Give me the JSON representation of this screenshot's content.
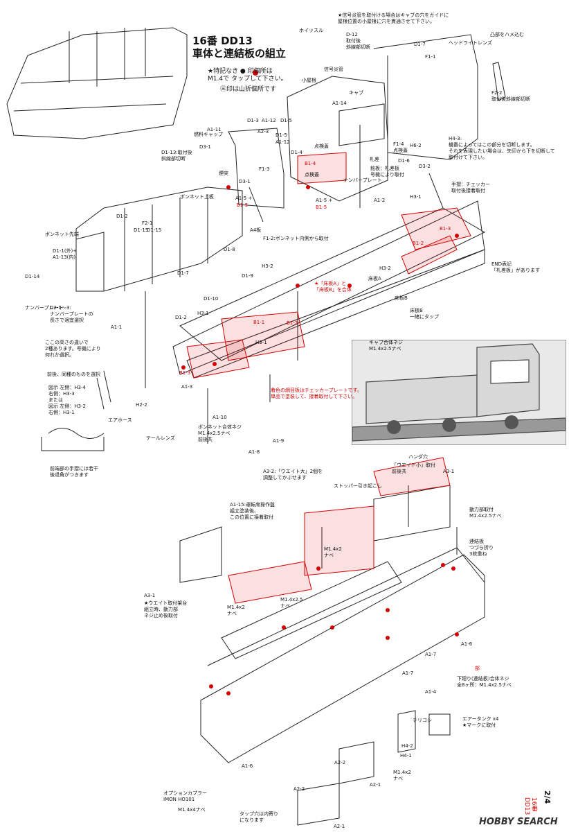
{
  "header": {
    "title_line1": "16番 DD13",
    "title_line2": "車体と連結板の組立",
    "note": "★特記なき ● 印個所は\nM1.4で タップして下さい。",
    "note2": "㊂印は山折個所です"
  },
  "top_notes": {
    "signal_note": "★信号炎管を取付ける場合はキャブの穴をガイドに\n屋根位置の小屋根に穴を貫通させて下さい。",
    "whistle": "ホイッスル",
    "d12": "D-12\n取付後\n斜線部切断",
    "signal": "信号炎管",
    "small_roof": "小屋根",
    "headlight": "ヘッドライトレンズ",
    "hame": "凸部をハメ込む",
    "f22": "F2-2\n取付後斜線部切断",
    "h43": "H4-3:\n機番によってはこの部分を切断します。\nそれを表現したい場合は、矢印から下を切断して\n取付けて下さい。"
  },
  "photo_labels": [],
  "labels": [
    {
      "t": "D1-3"
    },
    {
      "t": "A1-12"
    },
    {
      "t": "D1-5"
    },
    {
      "t": "A2-3"
    },
    {
      "t": "D1-5"
    },
    {
      "t": "A1-12"
    },
    {
      "t": "燃料キャップ"
    },
    {
      "t": "A1-11"
    },
    {
      "t": "D3-1"
    },
    {
      "t": "D1-13:取付後\n斜線部切断"
    },
    {
      "t": "煙突"
    },
    {
      "t": "F1-3"
    },
    {
      "t": "D1-4"
    },
    {
      "t": "点検蓋"
    },
    {
      "t": "B1-4"
    },
    {
      "t": "A1-14"
    },
    {
      "t": "キャブ"
    },
    {
      "t": "点検蓋"
    },
    {
      "t": "D1-6"
    },
    {
      "t": "D3-2"
    },
    {
      "t": "F1-4\n点検蓋"
    },
    {
      "t": "H6-2"
    },
    {
      "t": "D1-7"
    },
    {
      "t": "F1-1"
    },
    {
      "t": "札差"
    },
    {
      "t": "銘板：札差板\n号機により取付"
    },
    {
      "t": "ナンバープレート"
    },
    {
      "t": "D3-1"
    },
    {
      "t": "ボンネット上板"
    },
    {
      "t": "A1-5 +"
    },
    {
      "t": "B1-5"
    },
    {
      "t": "A1-5 +"
    },
    {
      "t": "B1-5"
    },
    {
      "t": "A1-2"
    },
    {
      "t": "手摺：チェッカー\n取付後接着取付"
    },
    {
      "t": "H3-1"
    },
    {
      "t": "B1-3"
    },
    {
      "t": "B1-2"
    },
    {
      "t": "D1-2"
    },
    {
      "t": "F2-1"
    },
    {
      "t": "D1-15"
    },
    {
      "t": "D1-15"
    },
    {
      "t": "ボンネット先端"
    },
    {
      "t": "D1-1(外)+\nA1-13(内)"
    },
    {
      "t": "A4板"
    },
    {
      "t": "F1-2:ボンネット内側から取付"
    },
    {
      "t": "D1-8"
    },
    {
      "t": "D1-14"
    },
    {
      "t": "ナンバープレート"
    },
    {
      "t": "D2-1～3:\nナンバープレートの\n長さで適宜選択"
    },
    {
      "t": "D1-7"
    },
    {
      "t": "D1-9"
    },
    {
      "t": "H3-2"
    },
    {
      "t": "H3-2"
    },
    {
      "t": "床板A"
    },
    {
      "t": "END表記\n「札差板」があります"
    },
    {
      "t": "D1-10"
    },
    {
      "t": "D1-2"
    },
    {
      "t": "H3-1"
    },
    {
      "t": "床板B"
    },
    {
      "t": "床板B\n一緒にタップ"
    },
    {
      "t": "A1-1"
    },
    {
      "t": "ここの高さの違いで\n2種あります。号機により\n何れか選択。"
    },
    {
      "t": "前後、同種のものを選択"
    },
    {
      "t": "図示 左側：H3-4\n右側：H3-3\nまたは\n図示 左側：H3-2\n右側：H3-1"
    },
    {
      "t": "B1-1"
    },
    {
      "t": "B1-2"
    },
    {
      "t": "H3-1"
    },
    {
      "t": "B1-3"
    },
    {
      "t": "キャブ合体ネジ\nM1.4x2.5ナベ"
    },
    {
      "t": "A1-3"
    },
    {
      "t": "H2-2"
    },
    {
      "t": "A1-10"
    },
    {
      "t": "エアホース"
    },
    {
      "t": "テールレンズ"
    },
    {
      "t": "ボンネット合体ネジ\nM1.4x2.5ナベ\n前後共"
    },
    {
      "t": "A1-9"
    },
    {
      "t": "A1-8"
    },
    {
      "t": "前端部の手摺には若干\n後退角がつきます"
    },
    {
      "t": "A3-2:「ウエイト大」2個を\n調整してかぶせます"
    },
    {
      "t": "「ウエイト小」取付\n前後共"
    },
    {
      "t": "ハンダ穴"
    },
    {
      "t": "A3-1"
    },
    {
      "t": "ストッパー引き起こし"
    },
    {
      "t": "A1-15:運転席操作盤\n組立塗装後、\nこの位置に接着取付"
    },
    {
      "t": "動力部取付\nM1.4x2.5ナベ"
    },
    {
      "t": "M1.4x2\nナベ"
    },
    {
      "t": "連結板\nつづら折り\n3枚重ね"
    },
    {
      "t": "A3-1"
    },
    {
      "t": "★ウエイト取付架台\n組立時、動力部\nネジ止め後取付"
    },
    {
      "t": "M1.4x2.5\nナベ"
    },
    {
      "t": "M1.4x2\nナベ"
    },
    {
      "t": "A1-6"
    },
    {
      "t": "A1-7"
    },
    {
      "t": "A1-7"
    },
    {
      "t": "A1-4"
    },
    {
      "t": "下廻り(連結板)合体ネジ\n全8ヶ所：M1.4x2.5ナベ"
    },
    {
      "t": "部"
    },
    {
      "t": "チリコシ"
    },
    {
      "t": "エアータンク x4\n★マークに取付"
    },
    {
      "t": "H4-2"
    },
    {
      "t": "H4-1"
    },
    {
      "t": "M1.4x2\nナベ"
    },
    {
      "t": "A2-2"
    },
    {
      "t": "A2-2"
    },
    {
      "t": "A2-1"
    },
    {
      "t": "A2-1"
    },
    {
      "t": "A1-6"
    },
    {
      "t": "オプションカプラー\nIMON HO101"
    },
    {
      "t": "M1.4x4ナベ"
    },
    {
      "t": "タップ穴は内寄り\nになります"
    }
  ],
  "red_labels": [
    {
      "t": "★「床板A」と\n「床板B」を合体"
    },
    {
      "t": "着色の網目板はチェッカープレートです。\n単品で塗装して、接着取付して下さい。"
    }
  ],
  "footer": {
    "page": "2/4",
    "page_sub": "16番\nDD13",
    "watermark": "HOBBY SEARCH"
  },
  "colors": {
    "accent_red": "#d40000",
    "line": "#222222"
  }
}
